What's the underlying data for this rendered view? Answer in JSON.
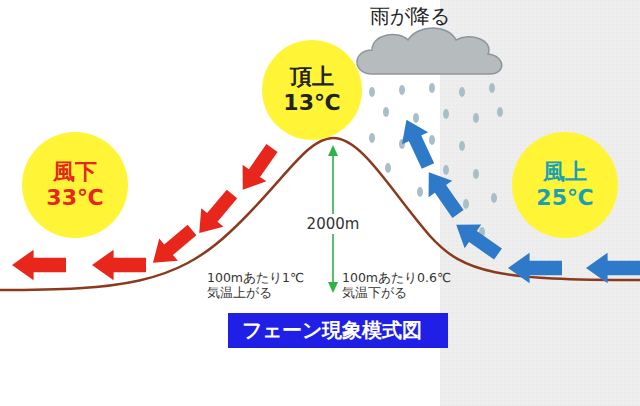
{
  "diagram": {
    "title": "フェーン現象模式図",
    "nodes": [
      {
        "text": [
          "風下",
          "33℃"
        ]
      },
      {
        "text": [
          "頂上",
          "13℃"
        ]
      },
      {
        "text": [
          "風上",
          "25℃"
        ]
      }
    ],
    "labels": [
      "雨が降る",
      "2000m",
      "100mあたり1℃ 気温上がる",
      "100mあたり0.6℃ 気温下がる"
    ]
  }
}
